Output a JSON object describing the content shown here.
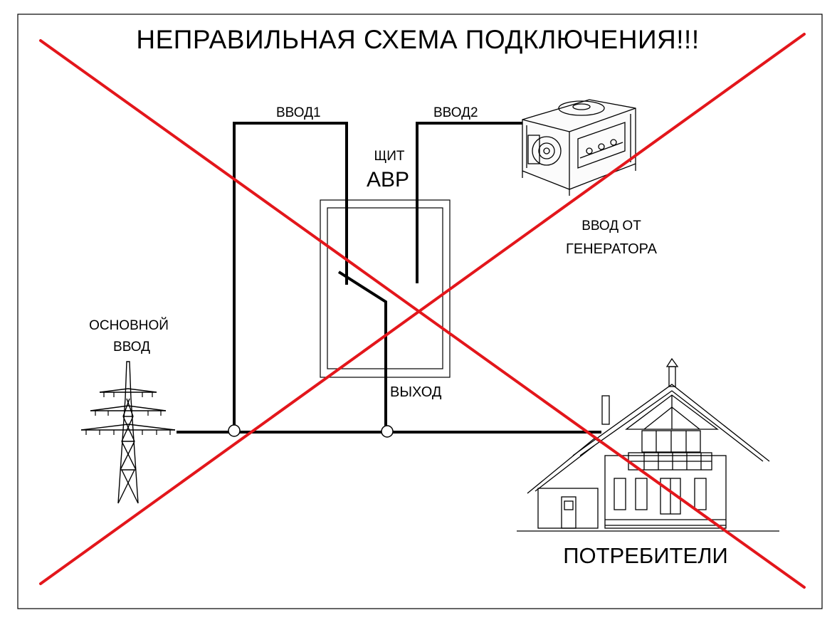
{
  "title": "НЕПРАВИЛЬНАЯ СХЕМА ПОДКЛЮЧЕНИЯ!!!",
  "labels": {
    "input1": "ВВОД1",
    "input2": "ВВОД2",
    "panel_top": "ЩИТ",
    "panel_name": "АВР",
    "generator_line1": "ВВОД ОТ",
    "generator_line2": "ГЕНЕРАТОРА",
    "main_line1": "ОСНОВНОЙ",
    "main_line2": "ВВОД",
    "output": "ВЫХОД",
    "consumers": "ПОТРЕБИТЕЛИ"
  },
  "icons": [
    "power-pylon-icon",
    "generator-icon",
    "house-icon"
  ],
  "colors": {
    "cross": "#e3161b",
    "wire": "#000000",
    "frame": "#000000",
    "background": "#ffffff"
  }
}
